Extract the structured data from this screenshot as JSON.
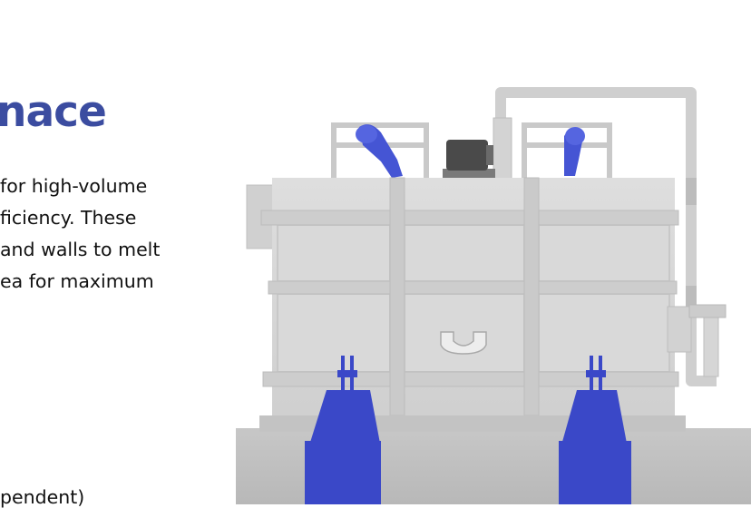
{
  "slide": {
    "heading": "nace",
    "body_lines": [
      " for high-volume",
      "ficiency. These",
      " and walls to melt",
      "ea for maximum"
    ],
    "bottom_partial": "pendent)"
  },
  "colors": {
    "heading": "#3b4ca0",
    "accent_blue": "#3a48c8",
    "furnace_gray": "#d6d6d6"
  },
  "illustration": {
    "subject": "furnace-3d-render",
    "icons": [
      "burner-left-icon",
      "burner-right-icon",
      "motor-icon",
      "exhaust-pipe-icon",
      "door-handle-icon"
    ]
  }
}
